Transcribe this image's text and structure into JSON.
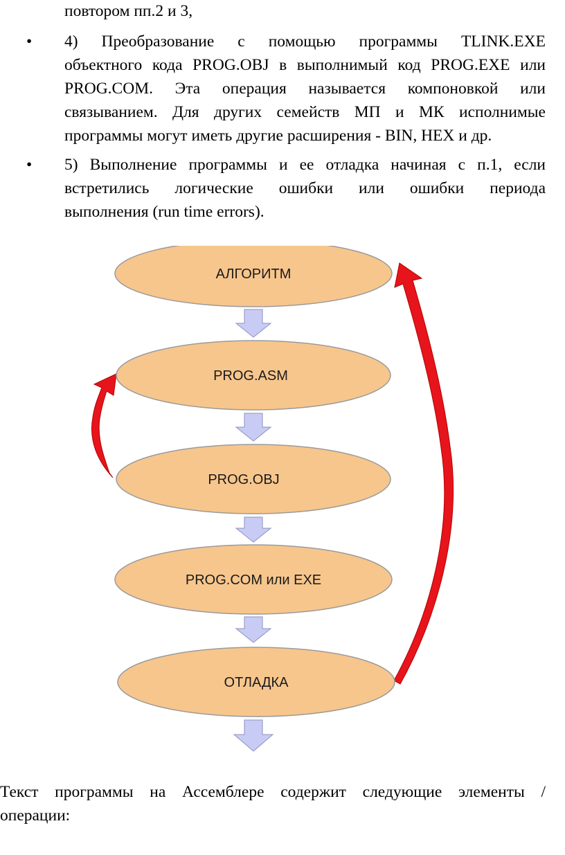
{
  "top_fragment": "повтором пп.2 и 3,",
  "bullet_symbol": "•",
  "items": [
    {
      "lines": [
        "4) Преобразование с помощью программы TLINK.EXE",
        "объектного кода PROG.OBJ в выполнимый код PROG.EXE или",
        "PROG.COM. Эта операция называется компоновкой или",
        "связыванием. Для других семейств МП и МК исполнимые",
        "программы могут иметь другие расширения - BIN, HEX и др."
      ]
    },
    {
      "lines": [
        "5) Выполнение программы и ее отладка начиная с п.1, если",
        "встретились логические ошибки или ошибки периода",
        "выполнения (run time errors)."
      ]
    }
  ],
  "diagram": {
    "nodes": [
      "АЛГОРИТМ",
      "PROG.ASM",
      "PROG.OBJ",
      "PROG.COM или EXE",
      "ОТЛАДКА"
    ],
    "colors": {
      "node_fill": "#F7C68D",
      "node_stroke": "#9A9A9A",
      "arrow_fill": "#C8CCF5",
      "arrow_stroke": "#8C90BF",
      "feedback_arrow": "#E8141B"
    }
  },
  "bottom_text": [
    "Текст программы на Ассемблере содержит следующие элементы /",
    "операции:"
  ]
}
